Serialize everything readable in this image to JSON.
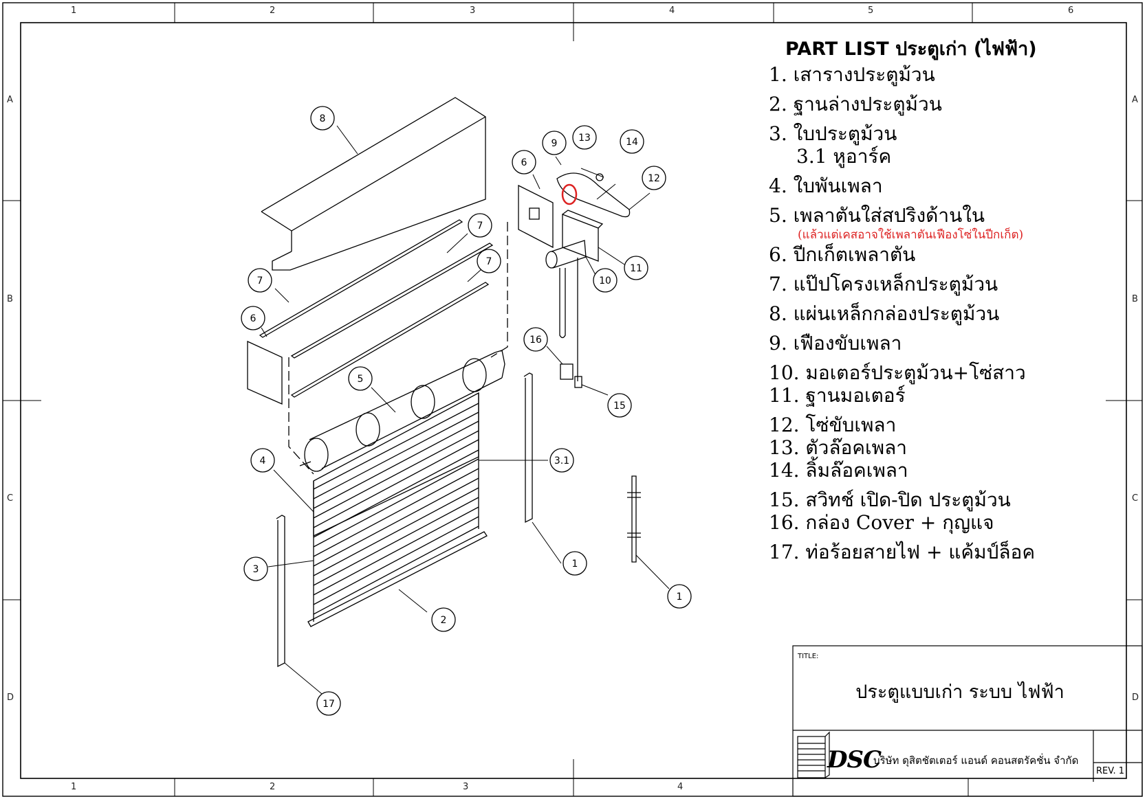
{
  "sheet_zones": {
    "top": [
      "1",
      "2",
      "3",
      "4",
      "5",
      "6"
    ],
    "bottom": [
      "1",
      "2",
      "3",
      "4"
    ],
    "side": [
      "A",
      "B",
      "C",
      "D"
    ]
  },
  "part_list": {
    "title": "PART LIST ประตูเก่า (ไฟฟ้า)",
    "items": [
      "1.  เสารางประตูม้วน",
      "2.  ฐานล่างประตูม้วน",
      "3.  ใบประตูม้วน",
      "3.1 หูอาร์ค",
      "4.  ใบพันเพลา",
      "5.  เพลาตันใส่สปริงด้านใน",
      "(แล้วแต่เคสอาจใช้เพลาตันเฟืองโซ่ในปีกเก็ต)",
      "6.  ปีกเก็ตเพลาตัน",
      "7.  แป๊ปโครงเหล็กประตูม้วน",
      "8.  แผ่นเหล็กกล่องประตูม้วน",
      "9.  เฟืองขับเพลา",
      "10. มอเตอร์ประตูม้วน+โซ่สาว",
      "11. ฐานมอเตอร์",
      "12. โซ่ขับเพลา",
      "13. ตัวล๊อคเพลา",
      "14. ลิ้มล๊อคเพลา",
      "15. สวิทช์ เปิด-ปิด ประตูม้วน",
      "16. กล่อง Cover + กุญแจ",
      "17. ท่อร้อยสายไฟ + แค้มป์ล็อค"
    ]
  },
  "callouts": [
    "8",
    "6",
    "9",
    "13",
    "14",
    "12",
    "7",
    "7",
    "7",
    "6",
    "11",
    "10",
    "16",
    "15",
    "5",
    "4",
    "3.1",
    "3",
    "1",
    "2",
    "17",
    "1"
  ],
  "title_block": {
    "label": "TITLE:",
    "title": "ประตูแบบเก่า ระบบ ไฟฟ้า",
    "logo": "DSC",
    "company": "บริษัท ดุสิตชัตเตอร์ แอนด์ คอนสตรัคชั่น จำกัด",
    "revision": "REV. 1"
  },
  "colors": {
    "line": "#000000",
    "note": "#dd2222",
    "highlight": "#dd2222"
  }
}
